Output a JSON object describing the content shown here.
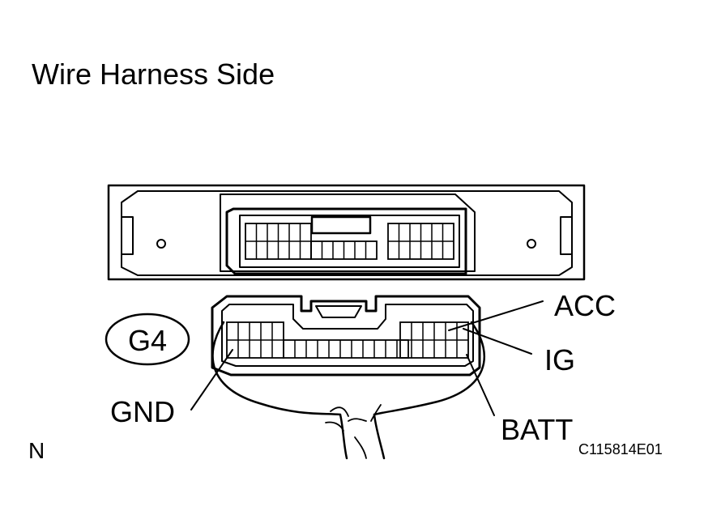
{
  "diagram": {
    "title": "Wire Harness Side",
    "connector_code": "G4",
    "terminals": {
      "acc": "ACC",
      "ig": "IG",
      "gnd": "GND",
      "batt": "BATT"
    },
    "corner_mark": "N",
    "figure_id": "C115814E01"
  }
}
